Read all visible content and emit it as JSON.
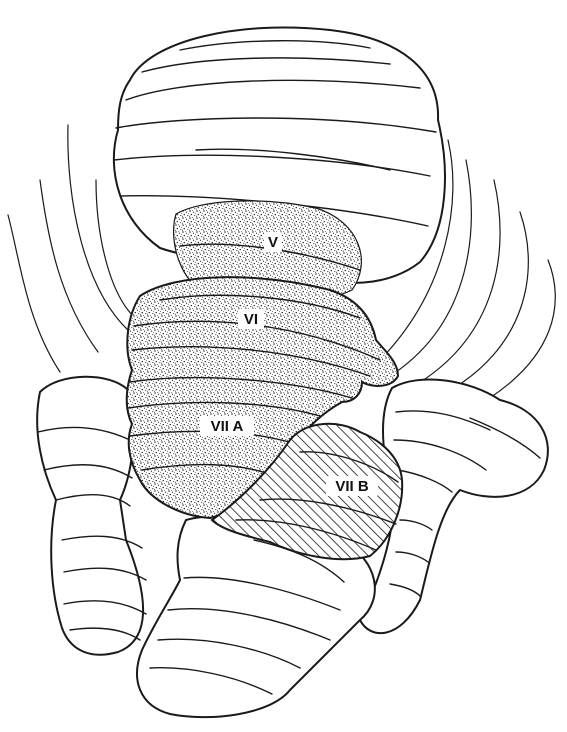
{
  "figure": {
    "labels": {
      "v": "V",
      "vi": "VI",
      "vii_a": "VII A",
      "vii_b": "VII B"
    }
  },
  "colors": {
    "ink": "#1a1a1a",
    "stipple": "#222222",
    "hatch": "#1a1a1a",
    "background": "#ffffff"
  }
}
